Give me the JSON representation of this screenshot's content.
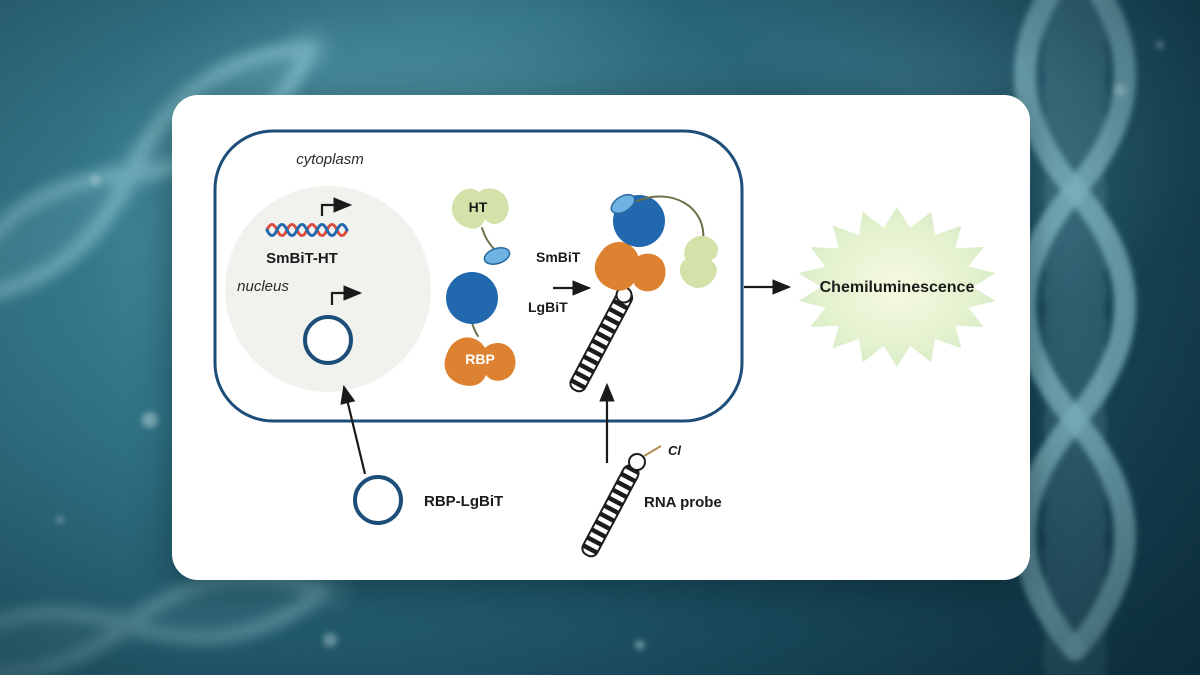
{
  "diagram": {
    "labels": {
      "cytoplasm": "cytoplasm",
      "nucleus": "nucleus",
      "gene": "SmBiT-HT",
      "ht": "HT",
      "smbit": "SmBiT",
      "lgbit": "LgBiT",
      "rbp": "RBP",
      "plasmid": "RBP-LgBiT",
      "probe": "RNA probe",
      "linker": "Cl",
      "output": "Chemiluminescence"
    }
  },
  "colors": {
    "navy": "#1d4e79",
    "blue": "#2268ae",
    "light_blue": "#6fb3e4",
    "green": "#d3e2a9",
    "orange": "#dd8230",
    "dna_red": "#d94f3f",
    "dna_blue": "#2268ae",
    "nucleus_fill": "#f1f1ee",
    "star_center": "#f7fae0",
    "star_mid": "#e3f1cf",
    "star_edge": "#cfe7c0",
    "background_teal": "#2c6e81",
    "card_white": "#ffffff"
  }
}
